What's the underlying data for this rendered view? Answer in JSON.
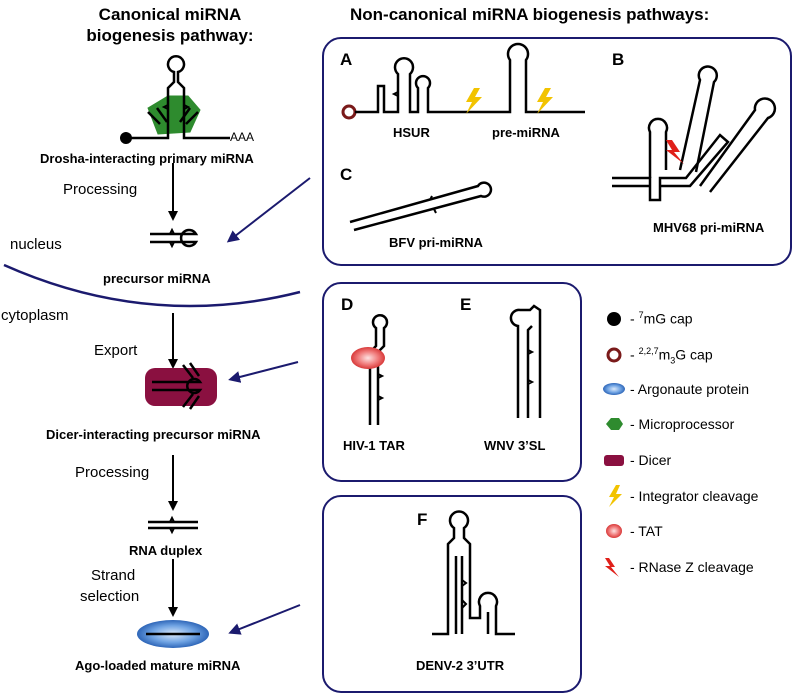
{
  "headers": {
    "canonical": [
      "Canonical miRNA",
      "biogenesis pathway:"
    ],
    "noncanonical": "Non-canonical miRNA biogenesis pathways:"
  },
  "canonical": {
    "aaa": "AAA",
    "drosha": "Drosha-interacting primary miRNA",
    "processing1": "Processing",
    "nucleus": "nucleus",
    "precursor": "precursor miRNA",
    "cytoplasm": "cytoplasm",
    "export": "Export",
    "dicer": "Dicer-interacting precursor miRNA",
    "processing2": "Processing",
    "duplex": "RNA duplex",
    "strand": [
      "Strand",
      "selection"
    ],
    "ago": "Ago-loaded mature miRNA"
  },
  "panels": {
    "A": {
      "letter": "A",
      "label1": "HSUR",
      "label2": "pre-miRNA"
    },
    "B": {
      "letter": "B",
      "label": "MHV68 pri-miRNA"
    },
    "C": {
      "letter": "C",
      "label": "BFV pri-miRNA"
    },
    "D": {
      "letter": "D",
      "label": "HIV-1 TAR"
    },
    "E": {
      "letter": "E",
      "label": "WNV 3’SL"
    },
    "F": {
      "letter": "F",
      "label": "DENV-2 3’UTR"
    }
  },
  "legend": {
    "cap7": {
      "prefix": "- ",
      "sup": "7",
      "rest": "mG cap"
    },
    "cap227": {
      "prefix": "- ",
      "sup": "2,2,7",
      "m": "m",
      "sub": "3",
      "rest": "G cap"
    },
    "argonaute": "- Argonaute protein",
    "microprocessor": "- Microprocessor",
    "dicer": "- Dicer",
    "integrator": "- Integrator cleavage",
    "tat": "- TAT",
    "rnasez": "- RNase Z cleavage"
  },
  "colors": {
    "navy": "#1b1a6e",
    "microprocessor": "#2e8b2e",
    "dicer": "#8a1040",
    "integrator": "#f2c300",
    "rnasez": "#e0201a",
    "capRing": "#7a1a1a",
    "argonaute": "#4a8bd6",
    "tat": "#e85050"
  }
}
